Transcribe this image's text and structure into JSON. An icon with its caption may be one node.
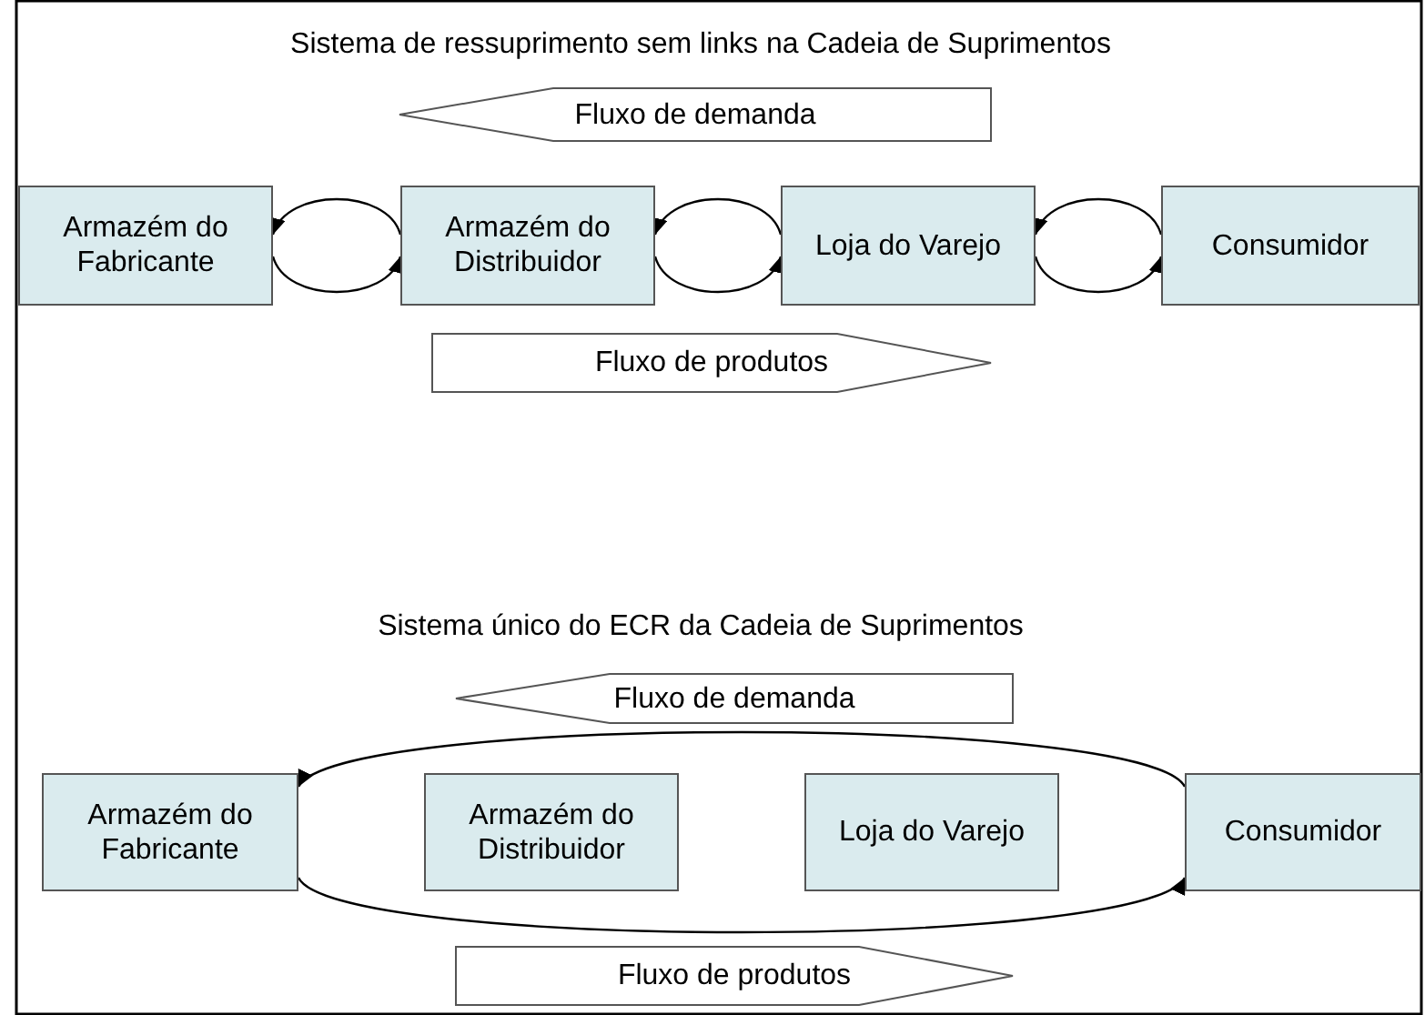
{
  "diagram": {
    "nodes": [
      {
        "text": [
          "Fluxo de demanda"
        ]
      },
      {
        "text": [
          "Armazém do Fabricante"
        ]
      },
      {
        "text": [
          "Armazém do Distribuidor"
        ]
      },
      {
        "text": [
          "Loja do Varejo"
        ]
      },
      {
        "text": [
          "Consumidor"
        ]
      },
      {
        "text": [
          "Fluxo de produtos"
        ]
      },
      {
        "text": [
          "Fluxo de demanda"
        ]
      },
      {
        "text": [
          "Armazém do Fabricante"
        ]
      },
      {
        "text": [
          "Armazém do Distribuidor"
        ]
      },
      {
        "text": [
          "Loja do Varejo"
        ]
      },
      {
        "text": [
          "Consumidor"
        ]
      },
      {
        "text": [
          "Fluxo de produtos"
        ]
      }
    ],
    "edges": [
      {
        "from": 2,
        "to": 1,
        "arrow": "to"
      },
      {
        "from": 1,
        "to": 2,
        "arrow": "to"
      },
      {
        "from": 3,
        "to": 2,
        "arrow": "to"
      },
      {
        "from": 2,
        "to": 3,
        "arrow": "to"
      },
      {
        "from": 4,
        "to": 3,
        "arrow": "to"
      },
      {
        "from": 3,
        "to": 4,
        "arrow": "to"
      },
      {
        "from": 10,
        "to": 7,
        "arrow": "to"
      },
      {
        "from": 7,
        "to": 10,
        "arrow": "to"
      }
    ],
    "labels": [
      "Sistema de ressuprimento sem links na Cadeia de Suprimentos",
      "Sistema único do ECR da Cadeia de Suprimentos"
    ]
  }
}
